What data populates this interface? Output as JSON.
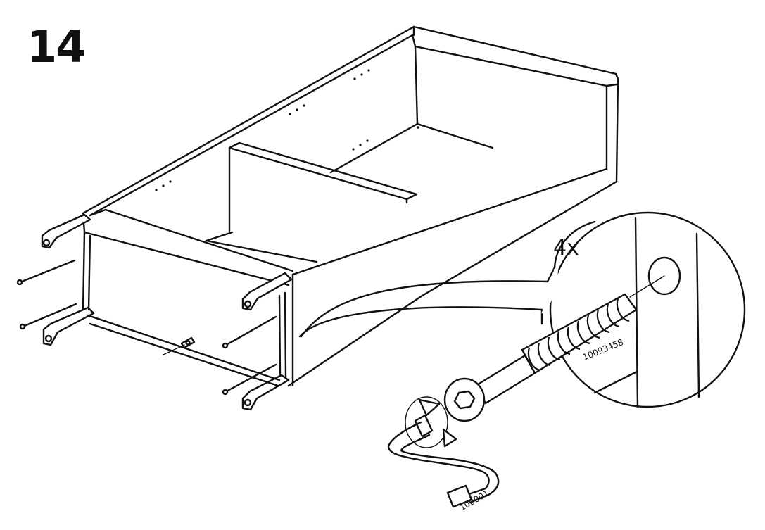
{
  "step": {
    "number": "14"
  },
  "callout": {
    "quantity": "4x",
    "screw_part_number": "10093458"
  },
  "tool": {
    "part_number": "100001",
    "icon": "allen-key-icon"
  },
  "icons": {
    "rotation": "clockwise-rotation-arrow-icon",
    "hole": "screw-hole-icon",
    "screw": "screw-icon"
  }
}
